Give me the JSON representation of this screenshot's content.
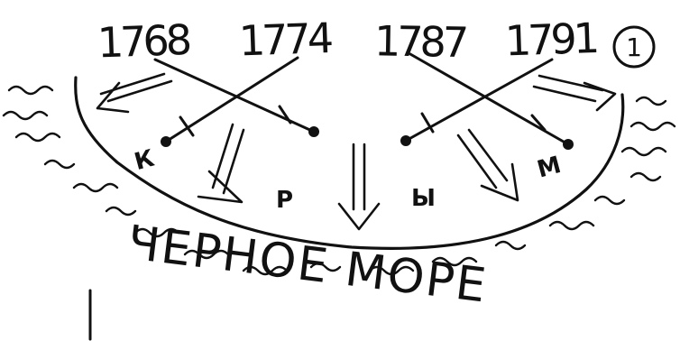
{
  "years": [
    "1768",
    "1774",
    "1787",
    "1791"
  ],
  "badge": "1",
  "letters": [
    "К",
    "Р",
    "Ы",
    "М"
  ],
  "sea_label": "ЧЕРНОЕ МОРЕ",
  "colors": {
    "ink": "#111111",
    "paper": "#ffffff"
  }
}
